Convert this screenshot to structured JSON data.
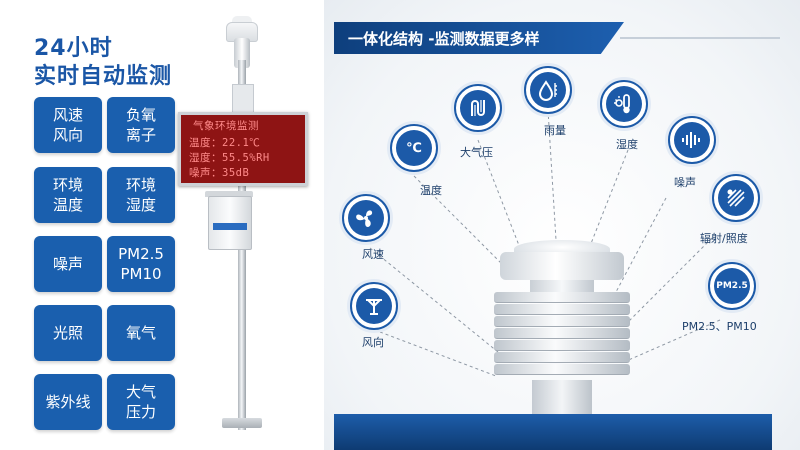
{
  "left": {
    "headline_1": "24小时",
    "headline_2": "实时自动监测",
    "features": [
      {
        "label": "风速\n风向"
      },
      {
        "label": "负氧\n离子"
      },
      {
        "label": "环境\n温度"
      },
      {
        "label": "环境\n湿度"
      },
      {
        "label": "噪声"
      },
      {
        "label": "PM2.5\nPM10"
      },
      {
        "label": "光照"
      },
      {
        "label": "氧气"
      },
      {
        "label": "紫外线"
      },
      {
        "label": "大气\n压力"
      }
    ],
    "led": {
      "title": "气象环境监测",
      "line1": "温度：22.1℃",
      "line2": "湿度：55.5%RH",
      "line3": "噪声：35dB"
    }
  },
  "right": {
    "banner": "一体化结构 -监测数据更多样",
    "sensors": [
      {
        "label": "风向",
        "icon": "wind-direction-icon"
      },
      {
        "label": "风速",
        "icon": "fan-icon"
      },
      {
        "label": "温度",
        "icon": "celsius-icon"
      },
      {
        "label": "大气压",
        "icon": "pressure-icon"
      },
      {
        "label": "雨量",
        "icon": "rain-drop-icon"
      },
      {
        "label": "湿度",
        "icon": "humidity-thermometer-icon"
      },
      {
        "label": "噪声",
        "icon": "sound-wave-icon"
      },
      {
        "label": "辐射/照度",
        "icon": "radiation-icon"
      },
      {
        "label": "PM2.5、PM10",
        "icon": "pm25-icon"
      }
    ]
  },
  "colors": {
    "tile_blue": "#1a5fae",
    "headline_blue": "#1a56a6",
    "led_red": "#8e1414",
    "banner_navy": "#0e3f7d"
  }
}
